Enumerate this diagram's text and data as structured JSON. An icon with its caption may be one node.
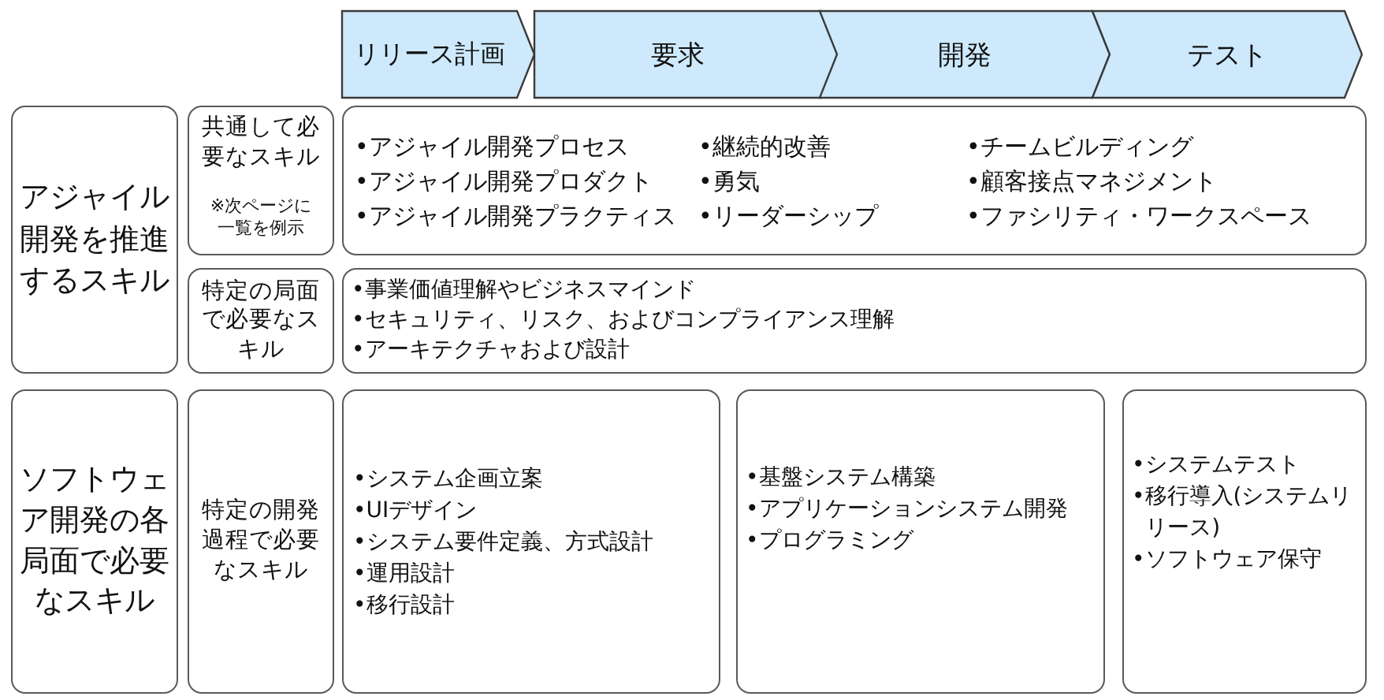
{
  "diagram": {
    "nodes": [
      {
        "text": [
          "リリース計画"
        ]
      },
      {
        "text": [
          "要求"
        ]
      },
      {
        "text": [
          "開発"
        ]
      },
      {
        "text": [
          "テスト"
        ]
      },
      {
        "text": [
          "アジャイル開発を推進するスキル"
        ]
      },
      {
        "text": [
          "共通して必要なスキル",
          "※次ページに一覧を例示"
        ]
      },
      {
        "text": [
          "•アジャイル開発プロセス",
          "•アジャイル開発プロダクト",
          "•アジャイル開発プラクティス",
          "•継続的改善",
          "•勇気",
          "•リーダーシップ",
          "•チームビルディング",
          "•顧客接点マネジメント",
          "•ファシリティ・ワークスペース"
        ]
      },
      {
        "text": [
          "特定の局面で必要なスキル"
        ]
      },
      {
        "text": [
          "•事業価値理解やビジネスマインド",
          "•セキュリティ、リスク、およびコンプライアンス理解",
          "•アーキテクチャおよび設計"
        ]
      },
      {
        "text": [
          "ソフトウェア開発の各局面で必要なスキル"
        ]
      },
      {
        "text": [
          "特定の開発過程で必要なスキル"
        ]
      },
      {
        "text": [
          "•システム企画立案",
          "•UIデザイン",
          "•システム要件定義、方式設計",
          "•運用設計",
          "•移行設計"
        ]
      },
      {
        "text": [
          "•基盤システム構築",
          "•アプリケーションシステム開発",
          "•プログラミング"
        ]
      },
      {
        "text": [
          "•システムテスト",
          "•移行導入(システムリリース)",
          "•ソフトウェア保守"
        ]
      }
    ]
  }
}
